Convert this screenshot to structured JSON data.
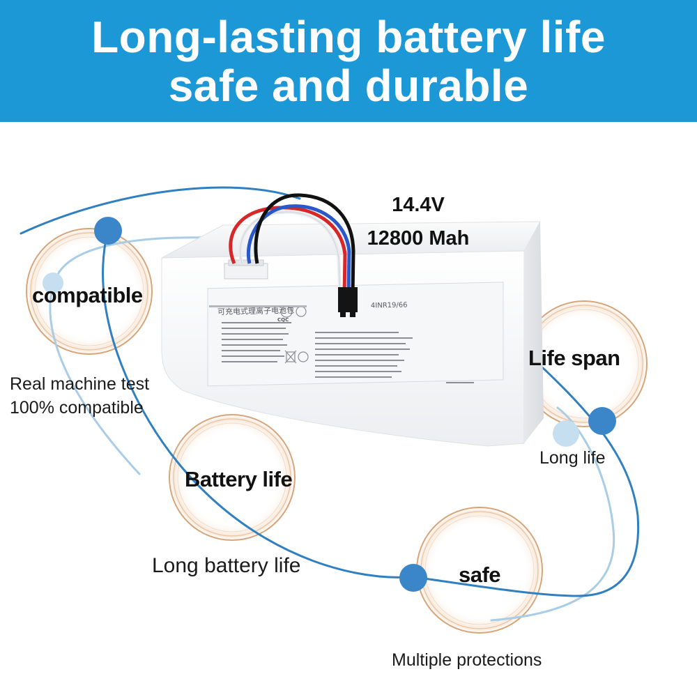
{
  "banner": {
    "line1": "Long-lasting battery life",
    "line2": "safe and durable",
    "background_color": "#1d98d6"
  },
  "specs": {
    "voltage": "14.4V",
    "capacity": "12800 Mah"
  },
  "battery_label": {
    "title": "可充电式理离子电池包",
    "model": "4INR19/66",
    "cert": "CQC"
  },
  "features": [
    {
      "title": "compatible",
      "description_line1": "Real machine test",
      "description_line2": "100% compatible"
    },
    {
      "title": "Battery life",
      "description": "Long battery life"
    },
    {
      "title": "Life span",
      "description": "Long life"
    },
    {
      "title": "safe",
      "description": "Multiple protections"
    }
  ],
  "colors": {
    "curve": "#2f7fc1",
    "curve_light": "#a9cde6",
    "dot": "#3b86c8",
    "ring": "#d6a57a"
  },
  "icons": [
    "wire-connector-icon",
    "recycle-icon",
    "cqc-mark-icon"
  ]
}
